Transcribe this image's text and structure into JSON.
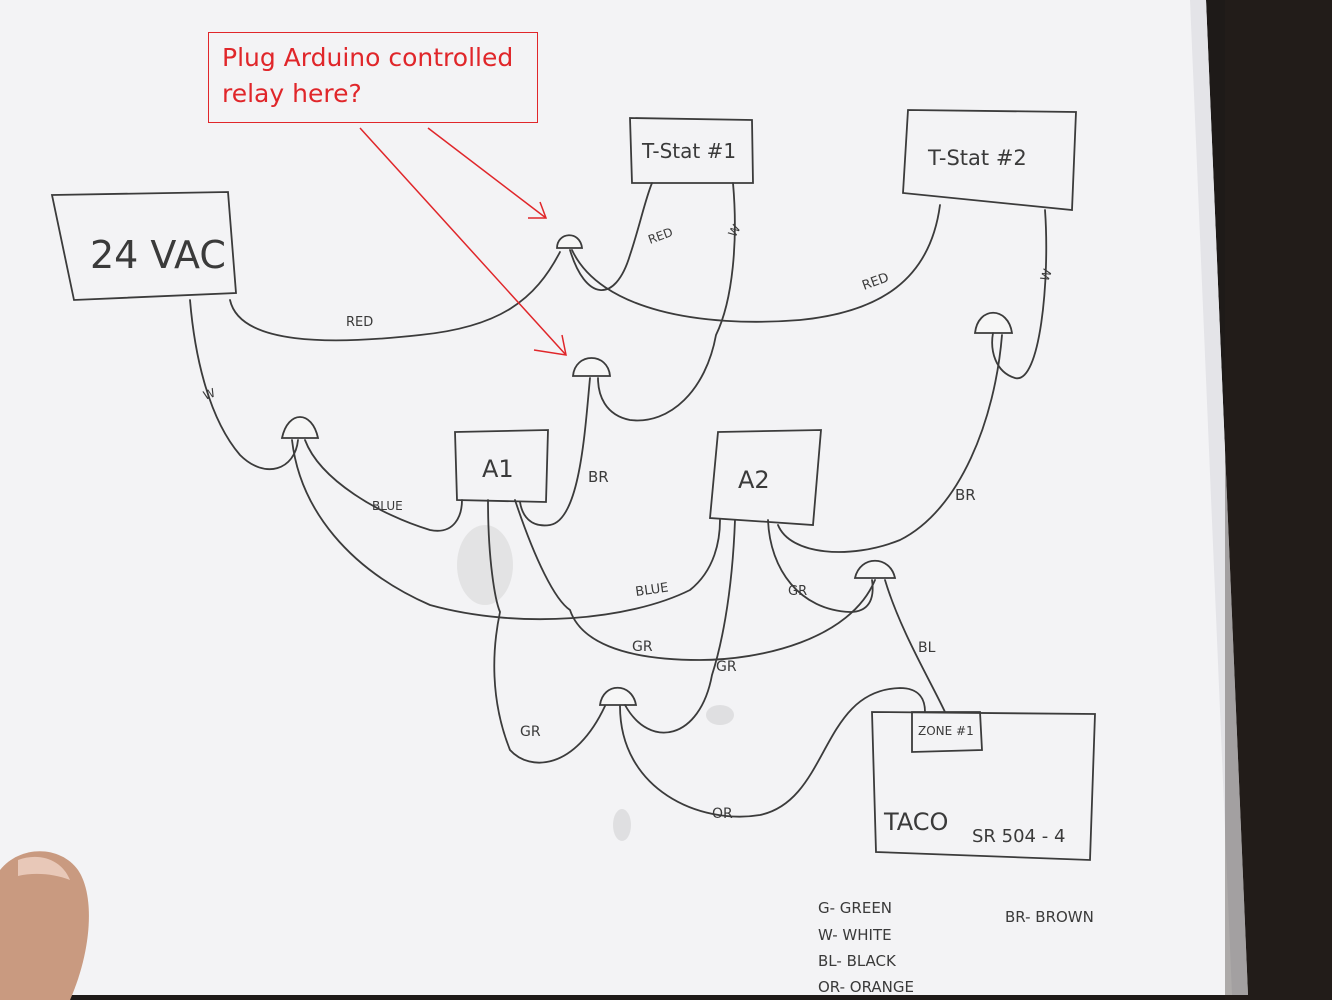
{
  "callout": {
    "text": "Plug Arduino controlled relay here?",
    "line1": "Plug Arduino controlled",
    "line2": "relay here?",
    "color": "#e0262a"
  },
  "components": {
    "power": "24 VAC",
    "tstat1": "T-Stat #1",
    "tstat2": "T-Stat #2",
    "a1": "A1",
    "a2": "A2",
    "zone": "ZONE #1",
    "taco": "TACO",
    "taco_model": "SR 504 - 4"
  },
  "wires": {
    "red_main": "RED",
    "red_tstat1": "RED",
    "white_tstat1": "W",
    "red_tstat2": "RED",
    "white_tstat2": "W",
    "white_power": "W",
    "blue_a1": "BLUE",
    "br_a1": "BR",
    "br_a2": "BR",
    "blue_a2": "BLUE",
    "gr_a2": "GR",
    "bl_zone": "BL",
    "gr_mid": "GR",
    "gr_right": "GR",
    "gr_left": "GR",
    "or_bottom": "OR"
  },
  "legend": {
    "g": "G- GREEN",
    "w": "W- WHITE",
    "bl": "BL- BLACK",
    "or": "OR- ORANGE",
    "br": "BR- BROWN"
  },
  "colors": {
    "paper": "#f4f4f6",
    "ink": "#3b3b3b",
    "background": "#1e1a18"
  }
}
